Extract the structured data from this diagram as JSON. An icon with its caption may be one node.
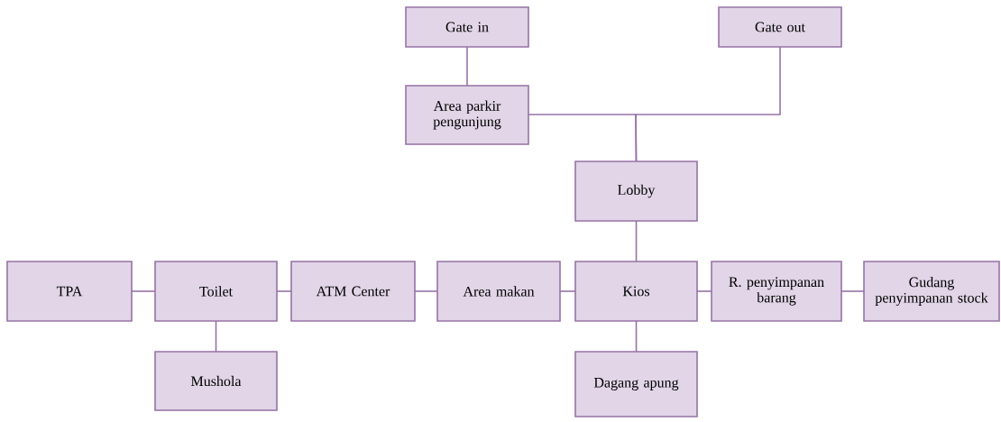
{
  "diagram": {
    "nodes": [
      {
        "text": [
          "Gate in"
        ]
      },
      {
        "text": [
          "Gate out"
        ]
      },
      {
        "text": [
          "Area parkir pengunjung"
        ]
      },
      {
        "text": [
          "Lobby"
        ]
      },
      {
        "text": [
          "TPA"
        ]
      },
      {
        "text": [
          "Toilet"
        ]
      },
      {
        "text": [
          "ATM Center"
        ]
      },
      {
        "text": [
          "Area makan"
        ]
      },
      {
        "text": [
          "Kios"
        ]
      },
      {
        "text": [
          "R. penyimpanan barang"
        ]
      },
      {
        "text": [
          "Gudang penyimpanan stock"
        ]
      },
      {
        "text": [
          "Mushola"
        ]
      },
      {
        "text": [
          "Dagang apung"
        ]
      }
    ],
    "edges": [
      {
        "from": 0,
        "to": 2,
        "arrow": "none"
      },
      {
        "from": 2,
        "to": 3,
        "arrow": "none"
      },
      {
        "from": 1,
        "to": 3,
        "arrow": "none"
      },
      {
        "from": 3,
        "to": 8,
        "arrow": "none"
      },
      {
        "from": 4,
        "to": 5,
        "arrow": "none"
      },
      {
        "from": 5,
        "to": 6,
        "arrow": "none"
      },
      {
        "from": 6,
        "to": 7,
        "arrow": "none"
      },
      {
        "from": 7,
        "to": 8,
        "arrow": "none"
      },
      {
        "from": 8,
        "to": 9,
        "arrow": "none"
      },
      {
        "from": 9,
        "to": 10,
        "arrow": "none"
      },
      {
        "from": 5,
        "to": 11,
        "arrow": "none"
      },
      {
        "from": 8,
        "to": 12,
        "arrow": "none"
      }
    ]
  }
}
